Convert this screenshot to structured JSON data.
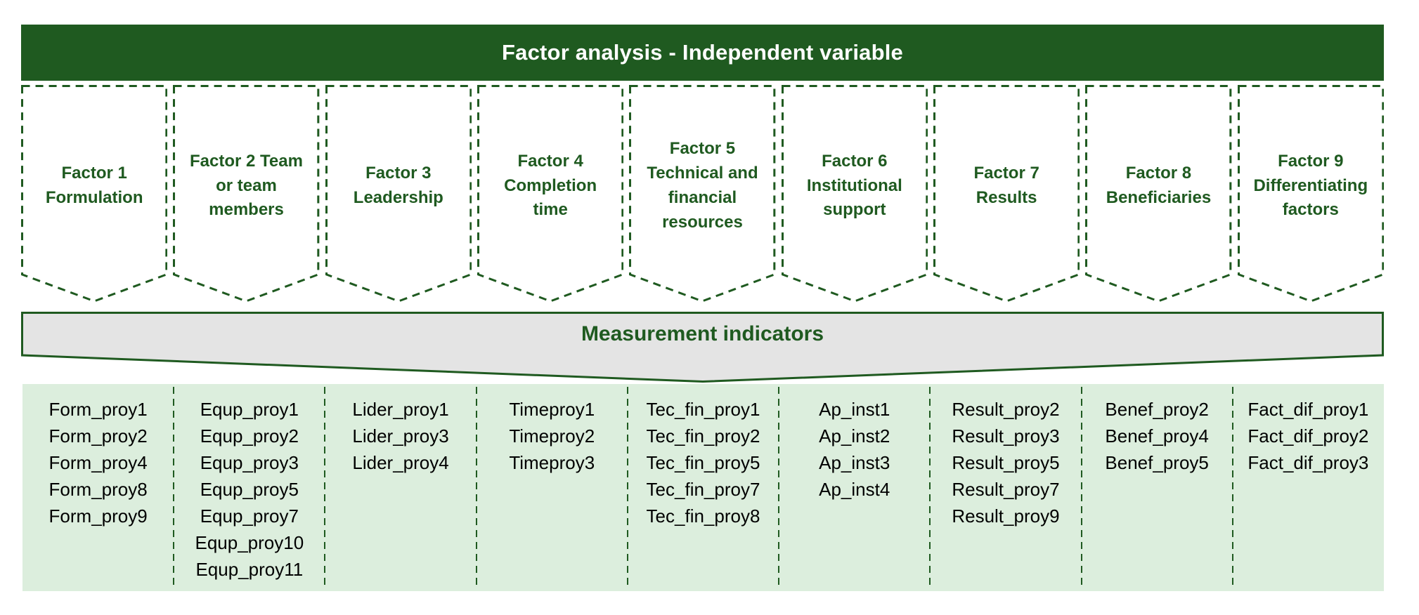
{
  "title": "Factor analysis - Independent variable",
  "measurement_bar_label": "Measurement indicators",
  "colors": {
    "dark_green": "#1f5a20",
    "light_green": "#dceedd",
    "gray_bar": "#e4e4e4",
    "title_text": "#ffffff",
    "indicator_text": "#000000"
  },
  "factors": [
    {
      "label": "Factor 1 Formulation",
      "indicators": [
        "Form_proy1",
        "Form_proy2",
        "Form_proy4",
        "Form_proy8",
        "Form_proy9"
      ]
    },
    {
      "label": "Factor 2 Team or team members",
      "indicators": [
        "Equp_proy1",
        "Equp_proy2",
        "Equp_proy3",
        "Equp_proy5",
        "Equp_proy7",
        "Equp_proy10",
        "Equp_proy11"
      ]
    },
    {
      "label": "Factor 3 Leadership",
      "indicators": [
        "Lider_proy1",
        "Lider_proy3",
        "Lider_proy4"
      ]
    },
    {
      "label": "Factor 4 Completion time",
      "indicators": [
        "Timeproy1",
        "Timeproy2",
        "Timeproy3"
      ]
    },
    {
      "label": "Factor 5 Technical and financial resources",
      "indicators": [
        "Tec_fin_proy1",
        "Tec_fin_proy2",
        "Tec_fin_proy5",
        "Tec_fin_proy7",
        "Tec_fin_proy8"
      ]
    },
    {
      "label": "Factor 6 Institutional support",
      "indicators": [
        "Ap_inst1",
        "Ap_inst2",
        "Ap_inst3",
        "Ap_inst4"
      ]
    },
    {
      "label": "Factor 7 Results",
      "indicators": [
        "Result_proy2",
        "Result_proy3",
        "Result_proy5",
        "Result_proy7",
        "Result_proy9"
      ]
    },
    {
      "label": "Factor 8 Beneficiaries",
      "indicators": [
        "Benef_proy2",
        "Benef_proy4",
        "Benef_proy5"
      ]
    },
    {
      "label": "Factor 9 Differentiating factors",
      "indicators": [
        "Fact_dif_proy1",
        "Fact_dif_proy2",
        "Fact_dif_proy3"
      ]
    }
  ]
}
